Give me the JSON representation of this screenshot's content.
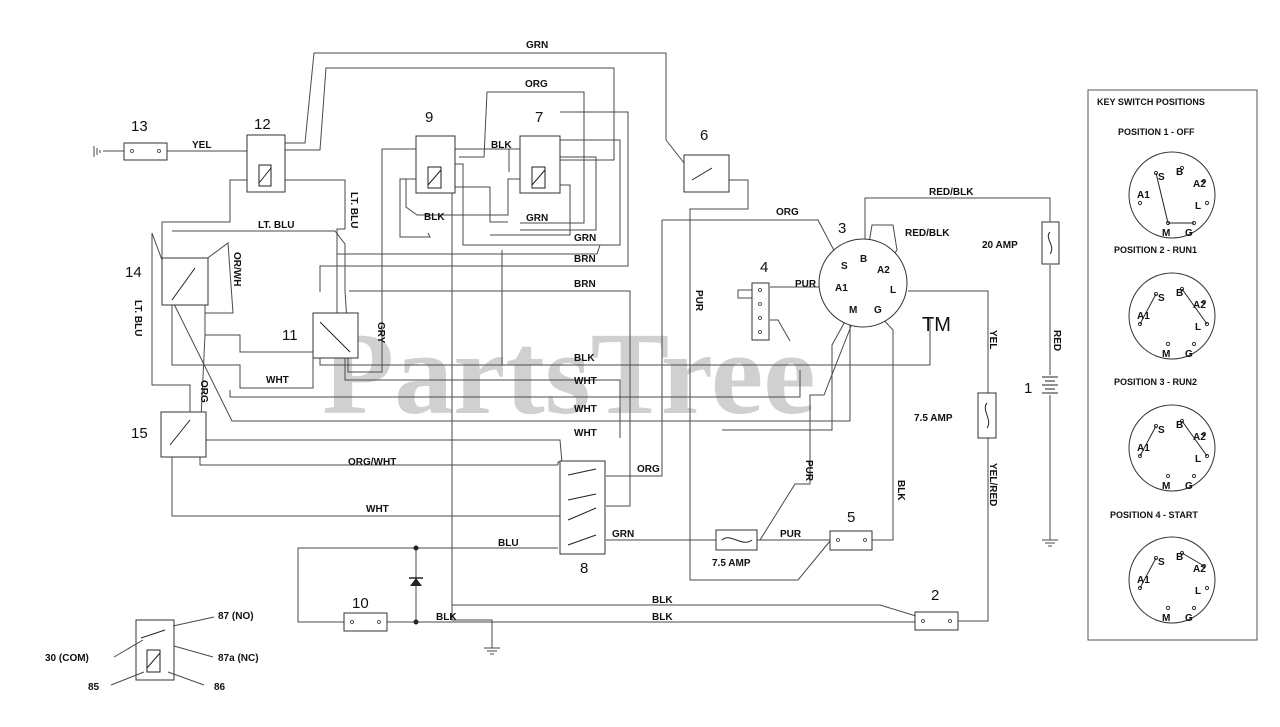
{
  "watermark": {
    "text": "PartsTree",
    "tm": "TM"
  },
  "components": {
    "c1": "1",
    "c2": "2",
    "c3": "3",
    "c4": "4",
    "c5": "5",
    "c6": "6",
    "c7": "7",
    "c8": "8",
    "c9": "9",
    "c10": "10",
    "c11": "11",
    "c12": "12",
    "c13": "13",
    "c14": "14",
    "c15": "15"
  },
  "wires": {
    "grn_top": "GRN",
    "org_top": "ORG",
    "yel": "YEL",
    "blk_relay": "BLK",
    "blk_under_9": "BLK",
    "grn_under_7": "GRN",
    "lt_blu_h": "LT. BLU",
    "lt_blu_v": "LT. BLU",
    "lt_blu_left": "LT. BLU",
    "or_wh": "OR/WH",
    "gry": "GRY",
    "grn_mid": "GRN",
    "brn1": "BRN",
    "brn2": "BRN",
    "org_6": "ORG",
    "pur_4": "PUR",
    "red_blk_top": "RED/BLK",
    "red_blk_loop": "RED/BLK",
    "amp20": "20 AMP",
    "red": "RED",
    "yel_right": "YEL",
    "amp75_right": "7.5 AMP",
    "yel_red": "YEL/RED",
    "blk_5": "BLK",
    "pur_v": "PUR",
    "pur_mid": "PUR",
    "blk_h": "BLK",
    "wht1": "WHT",
    "wht2": "WHT",
    "wht3": "WHT",
    "wht4": "WHT",
    "wht5": "WHT",
    "org_left": "ORG",
    "org_wht": "ORG/WHT",
    "org_8": "ORG",
    "grn_8": "GRN",
    "blu": "BLU",
    "amp75_fuse": "7.5 AMP",
    "pur_fuse": "PUR",
    "blk_10": "BLK",
    "blk_low1": "BLK",
    "blk_low2": "BLK"
  },
  "key_switch": {
    "letters": {
      "s": "S",
      "b": "B",
      "a2": "A2",
      "a1": "A1",
      "l": "L",
      "m": "M",
      "g": "G"
    }
  },
  "legend": {
    "title": "KEY SWITCH POSITIONS",
    "positions": [
      "POSITION 1 - OFF",
      "POSITION 2 - RUN1",
      "POSITION 3 - RUN2",
      "POSITION 4 - START"
    ],
    "letters": {
      "s": "S",
      "b": "B",
      "a2": "A2",
      "a1": "A1",
      "l": "L",
      "m": "M",
      "g": "G"
    }
  },
  "relay_legend": {
    "no": "87 (NO)",
    "com": "30 (COM)",
    "nc": "87a (NC)",
    "t85": "85",
    "t86": "86"
  }
}
